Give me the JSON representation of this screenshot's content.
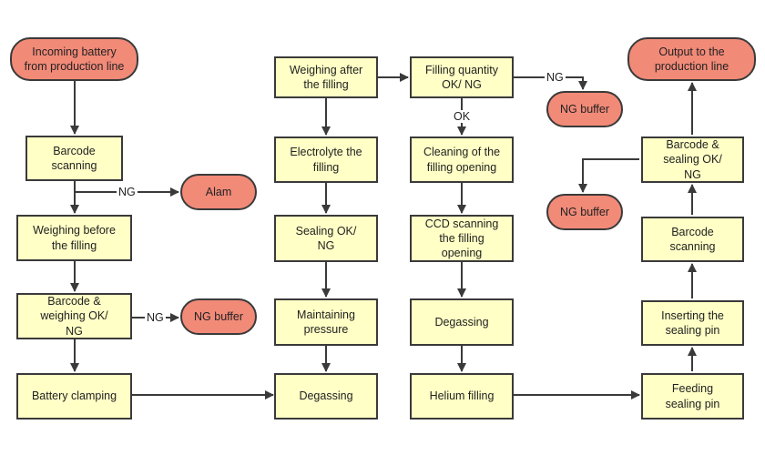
{
  "colors": {
    "process_fill": "#ffffc6",
    "terminal_fill": "#f28a78",
    "stroke": "#3a3a3a"
  },
  "nodes": {
    "incoming": "Incoming battery\nfrom production line",
    "barcode_scanning_1": "Barcode\nscanning",
    "alarm": "Alam",
    "weighing_before": "Weighing before\nthe filling",
    "barcode_weighing_ok": "Barcode &\nweighing OK/\nNG",
    "ng_buffer_1": "NG buffer",
    "battery_clamping": "Battery clamping",
    "weighing_after": "Weighing after\nthe filling",
    "electrolyte_filling": "Electrolyte the\nfilling",
    "sealing_ok": "Sealing OK/\nNG",
    "maintaining_pressure": "Maintaining\npressure",
    "degassing_1": "Degassing",
    "filling_quantity": "Filling quantity\nOK/ NG",
    "ng_buffer_2": "NG buffer",
    "cleaning_opening": "Cleaning of the\nfilling opening",
    "ccd_scanning": "CCD scanning\nthe filling\nopening",
    "degassing_2": "Degassing",
    "helium_filling": "Helium filling",
    "output": "Output to the\nproduction line",
    "barcode_sealing_ok": "Barcode &\nsealing OK/\nNG",
    "ng_buffer_3": "NG buffer",
    "barcode_scanning_2": "Barcode\nscanning",
    "inserting_pin": "Inserting the\nsealing pin",
    "feeding_pin": "Feeding\nsealing pin"
  },
  "edge_labels": {
    "ng_alarm": "NG",
    "ng_buffer1": "NG",
    "ng_buffer2": "NG",
    "ok_cleaning": "OK"
  }
}
